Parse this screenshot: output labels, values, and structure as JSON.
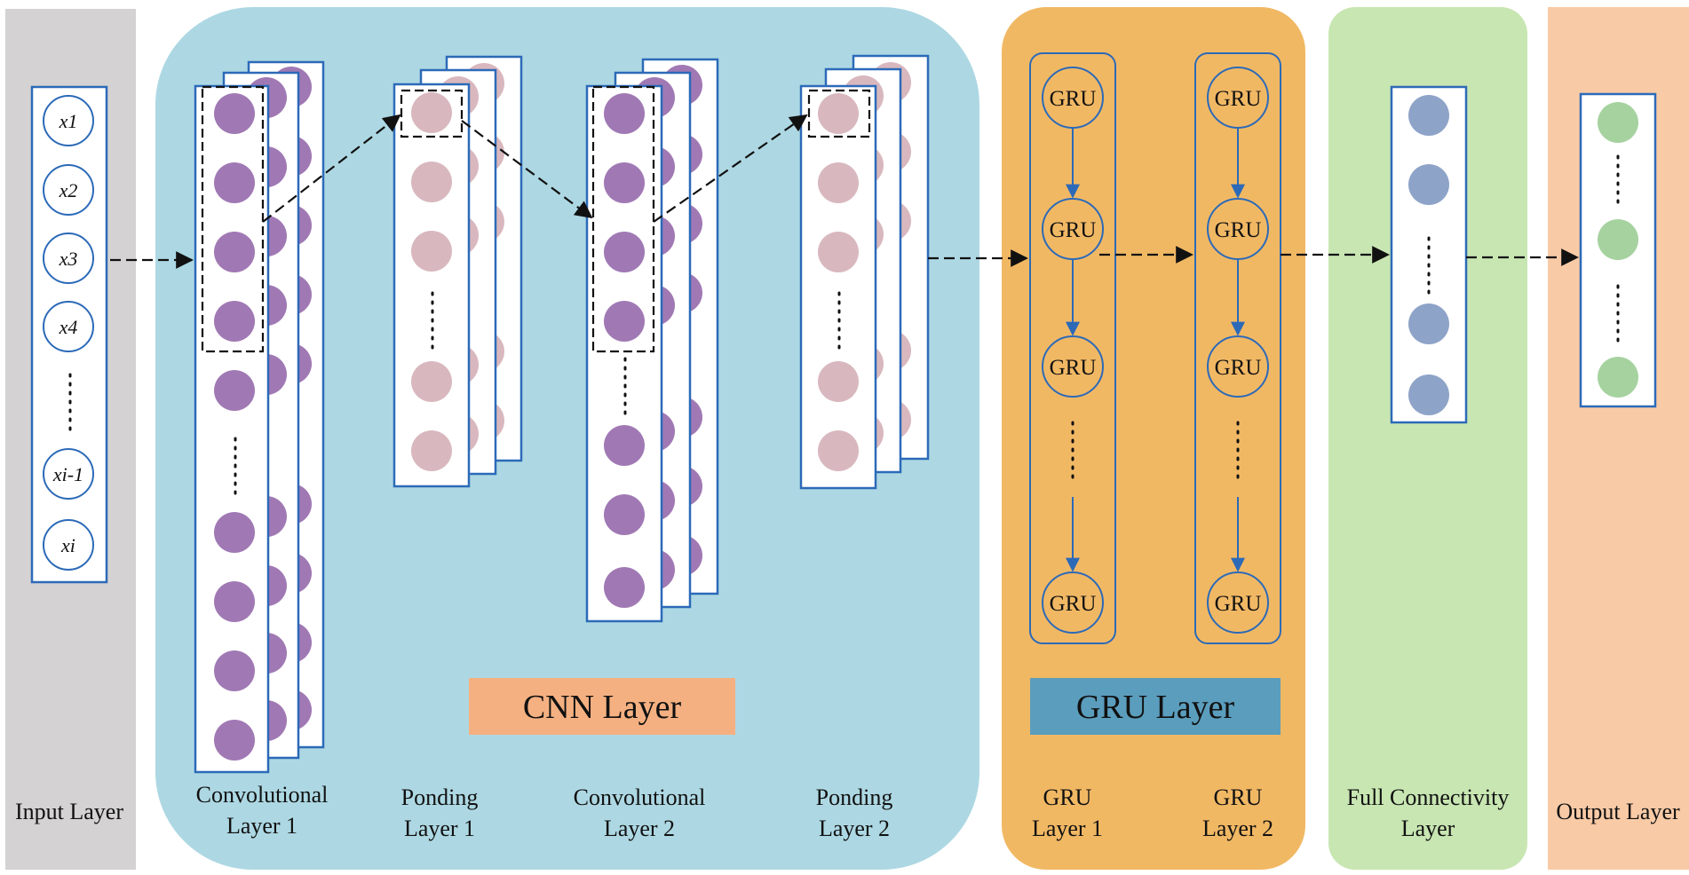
{
  "colors": {
    "input_panel": "#d4d2d3",
    "cnn_panel": "#add8e3",
    "gru_panel": "#f1b864",
    "fc_panel": "#c8e6b2",
    "output_panel": "#f8caa6",
    "box_stroke": "#2c6ab8",
    "conv_node": "#a079b4",
    "pool_node": "#d8b8be",
    "fc_node": "#8ea3c8",
    "out_node": "#a6d2a0",
    "cnn_tag": "#f5b081",
    "gru_tag": "#5b9dbd"
  },
  "input": {
    "nodes": [
      "x1",
      "x2",
      "x3",
      "x4",
      "xi-1",
      "xi"
    ],
    "label": "Input Layer"
  },
  "cnn": {
    "tag": "CNN Layer",
    "conv1_label": [
      "Convolutional",
      "Layer 1"
    ],
    "pool1_label": [
      "Ponding",
      "Layer 1"
    ],
    "conv2_label": [
      "Convolutional",
      "Layer 2"
    ],
    "pool2_label": [
      "Ponding",
      "Layer 2"
    ]
  },
  "gru": {
    "tag": "GRU Layer",
    "unit_text": "GRU",
    "layer1_label": [
      "GRU",
      "Layer 1"
    ],
    "layer2_label": [
      "GRU",
      "Layer 2"
    ]
  },
  "fc": {
    "label": [
      "Full Connectivity",
      "Layer"
    ]
  },
  "output": {
    "label": "Output Layer"
  }
}
